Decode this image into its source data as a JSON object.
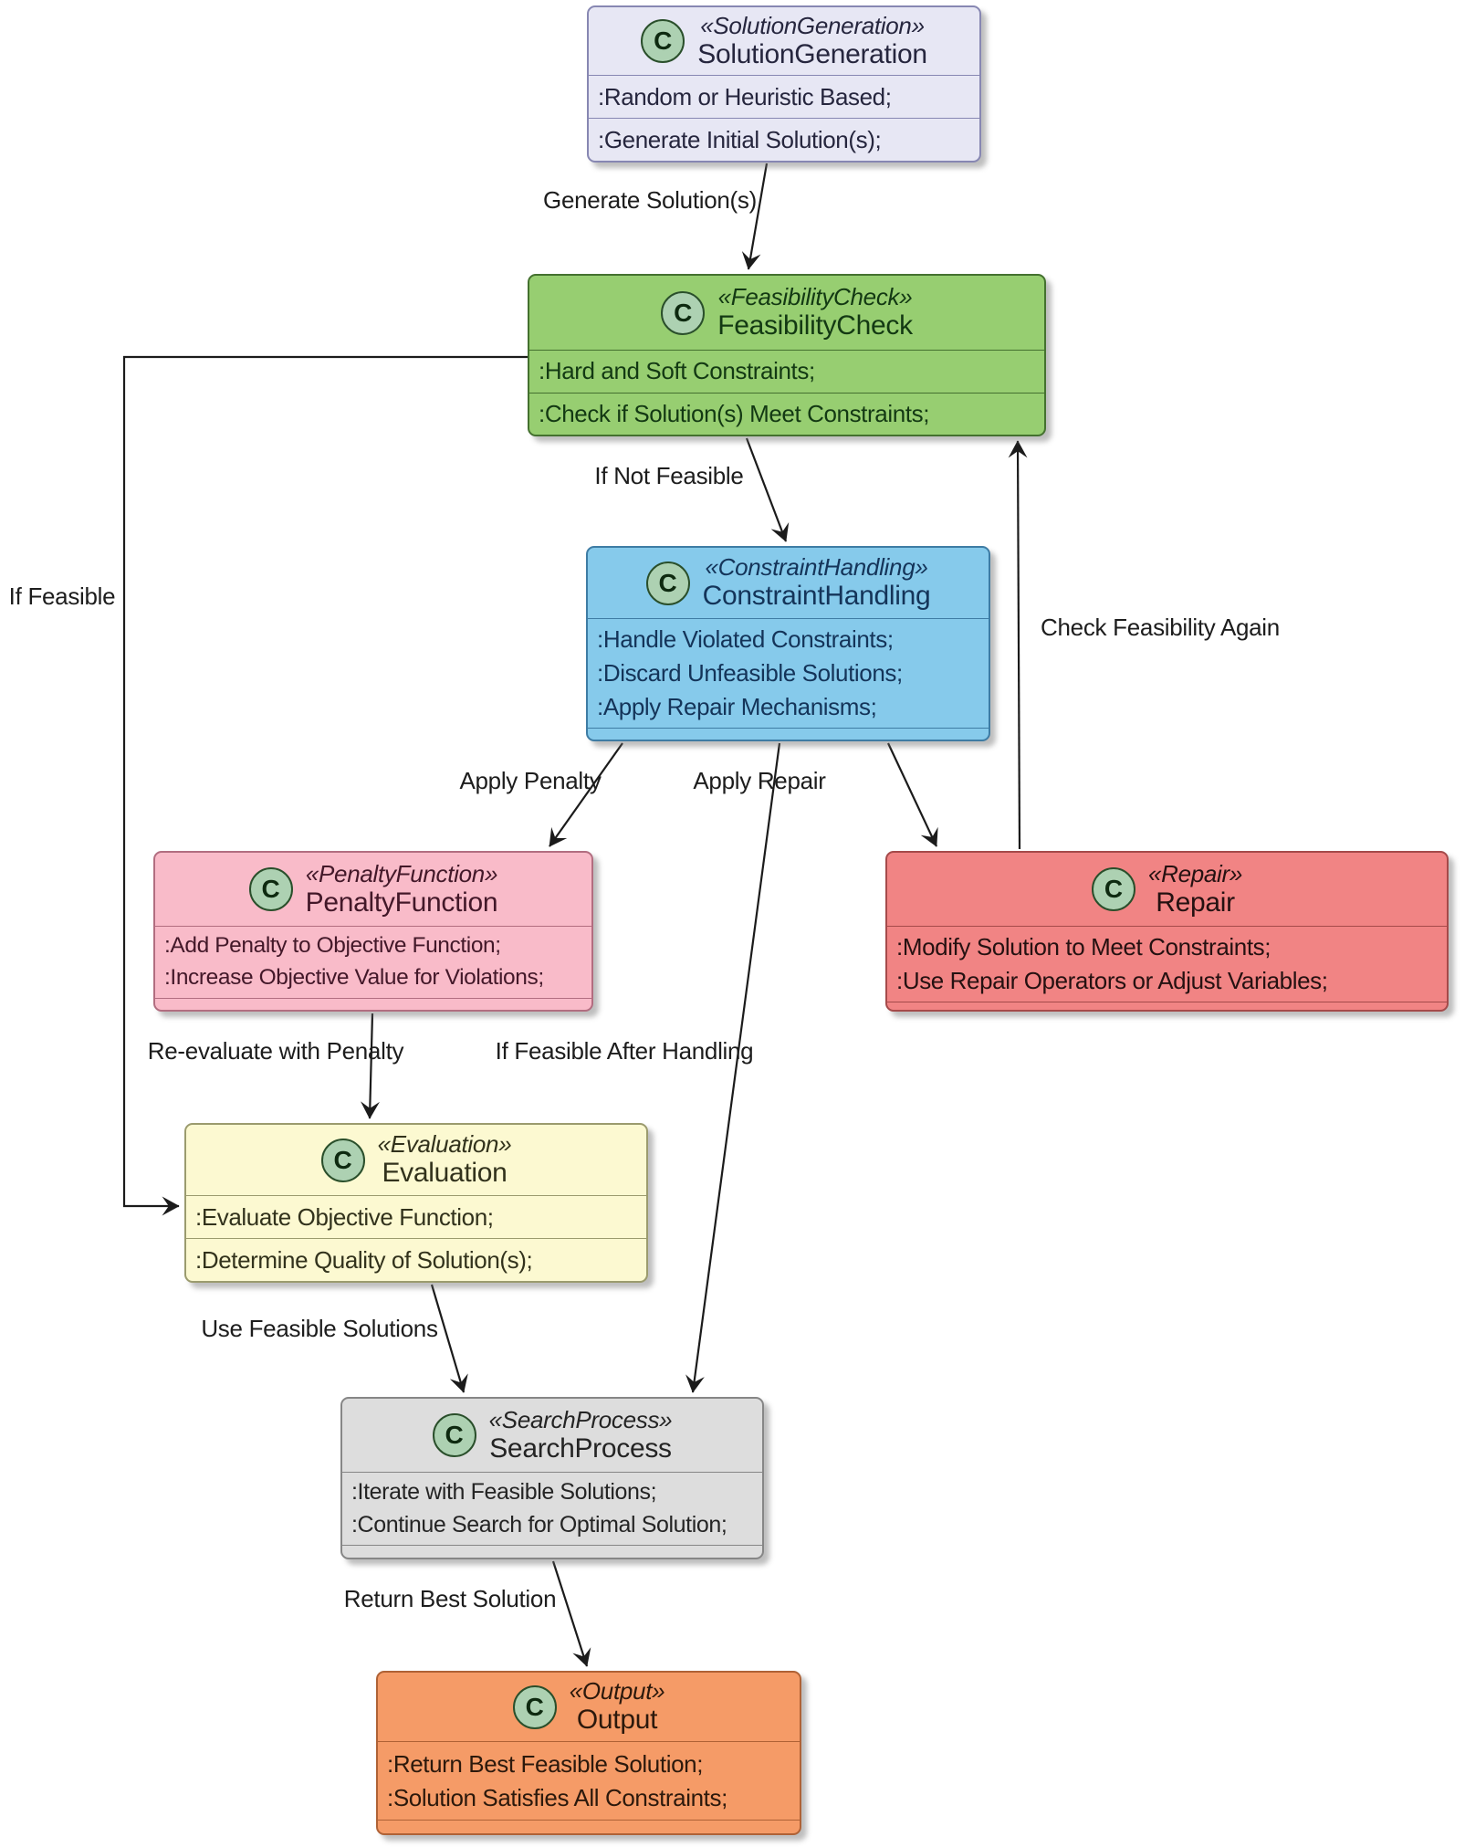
{
  "diagram": {
    "class_icon_letter": "C",
    "palette": {
      "background": "#FFFFFF",
      "edge_color": "#1B1B1B",
      "icon_circle_fill": "#ADD1B2",
      "node_fills": {
        "solution_generation": "#E7E7F4",
        "feasibility_check": "#97CE71",
        "constraint_handling": "#86CAEB",
        "penalty_function": "#F9BBC9",
        "repair": "#F18484",
        "evaluation": "#FCF9D1",
        "search_process": "#DDDDDD",
        "output": "#F59B67"
      }
    },
    "nodes": [
      {
        "stereotype": "«SolutionGeneration»",
        "name": "SolutionGeneration",
        "compartments": [
          [
            ":Random or Heuristic Based;"
          ],
          [
            ":Generate Initial Solution(s);"
          ]
        ]
      },
      {
        "stereotype": "«FeasibilityCheck»",
        "name": "FeasibilityCheck",
        "compartments": [
          [
            ":Hard and Soft Constraints;"
          ],
          [
            ":Check if Solution(s) Meet Constraints;"
          ]
        ]
      },
      {
        "stereotype": "«ConstraintHandling»",
        "name": "ConstraintHandling",
        "compartments": [
          [
            ":Handle Violated Constraints;",
            ":Discard Unfeasible Solutions;",
            ":Apply Repair Mechanisms;"
          ],
          []
        ]
      },
      {
        "stereotype": "«PenaltyFunction»",
        "name": "PenaltyFunction",
        "compartments": [
          [
            ":Add Penalty to Objective Function;",
            ":Increase Objective Value for Violations;"
          ],
          []
        ]
      },
      {
        "stereotype": "«Repair»",
        "name": "Repair",
        "compartments": [
          [
            ":Modify Solution to Meet Constraints;",
            ":Use Repair Operators or Adjust Variables;"
          ],
          []
        ]
      },
      {
        "stereotype": "«Evaluation»",
        "name": "Evaluation",
        "compartments": [
          [
            ":Evaluate Objective Function;"
          ],
          [
            ":Determine Quality of Solution(s);"
          ]
        ]
      },
      {
        "stereotype": "«SearchProcess»",
        "name": "SearchProcess",
        "compartments": [
          [
            ":Iterate with Feasible Solutions;",
            ":Continue Search for Optimal Solution;"
          ],
          []
        ]
      },
      {
        "stereotype": "«Output»",
        "name": "Output",
        "compartments": [
          [
            ":Return Best Feasible Solution;",
            ":Solution Satisfies All Constraints;"
          ],
          []
        ]
      }
    ],
    "edges": [
      {
        "label": "Generate Solution(s)"
      },
      {
        "label": "If Not Feasible"
      },
      {
        "label": "If Feasible"
      },
      {
        "label": "Apply Penalty"
      },
      {
        "label": "If Feasible After Handling"
      },
      {
        "label": "Apply Repair"
      },
      {
        "label": "Check Feasibility Again"
      },
      {
        "label": "Re-evaluate with Penalty"
      },
      {
        "label": "Use Feasible Solutions"
      },
      {
        "label": "Return Best Solution"
      }
    ]
  }
}
